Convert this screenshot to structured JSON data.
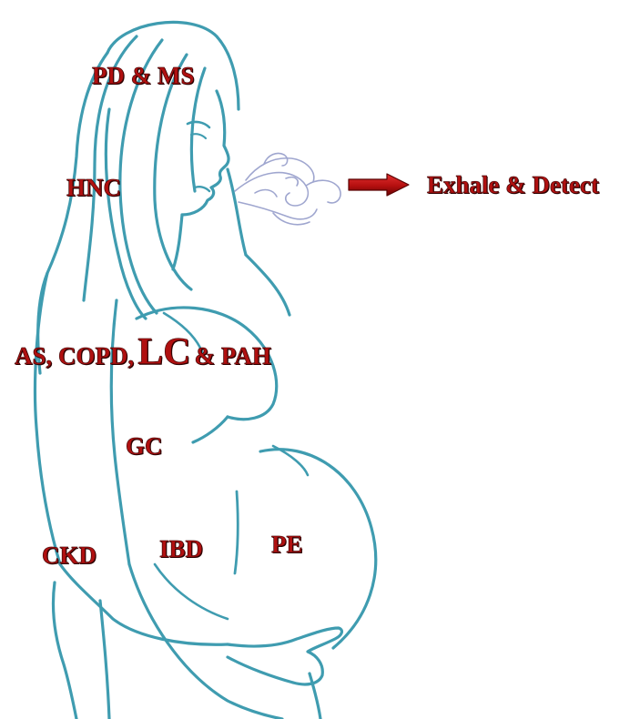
{
  "labels": {
    "pd_ms": "PD & MS",
    "hnc": "HNC",
    "respiratory_pre": "AS, COPD,",
    "respiratory_lc": "LC",
    "respiratory_post": "& PAH",
    "gc": "GC",
    "ckd": "CKD",
    "ibd": "IBD",
    "pe": "PE",
    "exhale": "Exhale & Detect"
  },
  "colors": {
    "label_red": "#b01010",
    "outline_teal": "#3f9cb0",
    "breath_lilac": "#9fa6cf",
    "arrow_red": "#c31818"
  },
  "icons": {
    "silhouette": "pregnant-woman-outline",
    "breath": "exhaled-breath-swirl",
    "arrow": "right-arrow"
  }
}
